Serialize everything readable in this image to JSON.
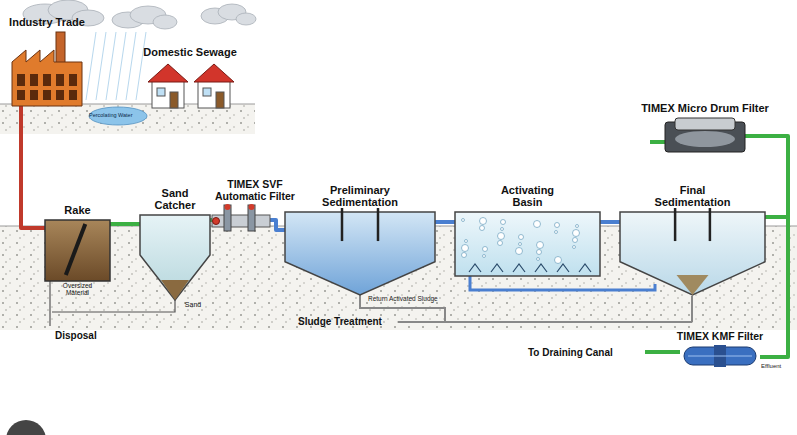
{
  "diagram": {
    "nodes": [
      {
        "text": [
          "Industry Trade"
        ]
      },
      {
        "text": [
          "Domestic Sewage"
        ]
      },
      {
        "text": [
          "Rake",
          "Oversized Material"
        ]
      },
      {
        "text": [
          "Sand Catcher",
          "Sand"
        ]
      },
      {
        "text": [
          "TIMEX SVF Automatic Filter"
        ]
      },
      {
        "text": [
          "Preliminary Sedimentation"
        ]
      },
      {
        "text": [
          "Activating Basin"
        ]
      },
      {
        "text": [
          "Final Sedimentation"
        ]
      },
      {
        "text": [
          "TIMEX Micro Drum Filter"
        ]
      },
      {
        "text": [
          "TIMEX KMF Filter"
        ]
      }
    ],
    "edges": [
      {
        "from": 0,
        "to": 2,
        "arrow": "none"
      },
      {
        "from": 2,
        "to": 3,
        "arrow": "none"
      },
      {
        "from": 3,
        "to": 4,
        "arrow": "none"
      },
      {
        "from": 4,
        "to": 5,
        "arrow": "none"
      },
      {
        "from": 5,
        "to": 6,
        "arrow": "none"
      },
      {
        "from": 6,
        "to": 7,
        "arrow": "none"
      },
      {
        "from": 7,
        "to": 8,
        "arrow": "none"
      },
      {
        "from": 7,
        "to": 9,
        "arrow": "none"
      }
    ],
    "labels": [
      "Percolating Water",
      "Disposal",
      "Return Activated Sludge",
      "Sludge Treatment",
      "To Draining Canal",
      "Effluent"
    ]
  }
}
